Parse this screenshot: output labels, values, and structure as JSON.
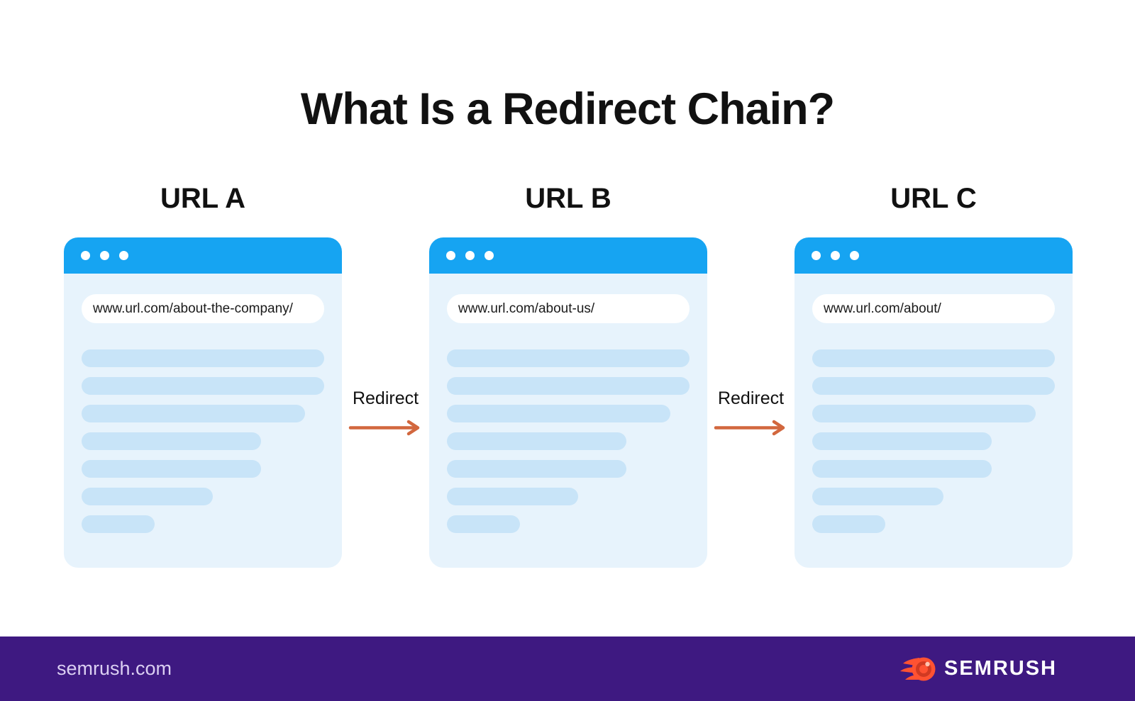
{
  "title": "What Is a Redirect Chain?",
  "diagram": {
    "browsers": [
      {
        "label": "URL A",
        "url": "www.url.com/about-the-company/",
        "content_lines_pct": [
          100,
          100,
          92,
          74,
          74,
          54,
          30
        ]
      },
      {
        "label": "URL B",
        "url": "www.url.com/about-us/",
        "content_lines_pct": [
          100,
          100,
          92,
          74,
          74,
          54,
          30
        ]
      },
      {
        "label": "URL C",
        "url": "www.url.com/about/",
        "content_lines_pct": [
          100,
          100,
          92,
          74,
          74,
          54,
          30
        ]
      }
    ],
    "redirects": [
      {
        "label": "Redirect"
      },
      {
        "label": "Redirect"
      }
    ]
  },
  "footer": {
    "site": "semrush.com",
    "brand": "SEMRUSH"
  },
  "colors": {
    "browser_bar_blue": "#16A4F2",
    "browser_body_blue": "#E7F3FC",
    "content_line_blue": "#C8E4F8",
    "arrow_orange": "#D2673E",
    "footer_purple": "#3E1981",
    "footer_text_lavender": "#DBCFF2",
    "logo_orange": "#FF5232",
    "title_black": "#111111"
  }
}
